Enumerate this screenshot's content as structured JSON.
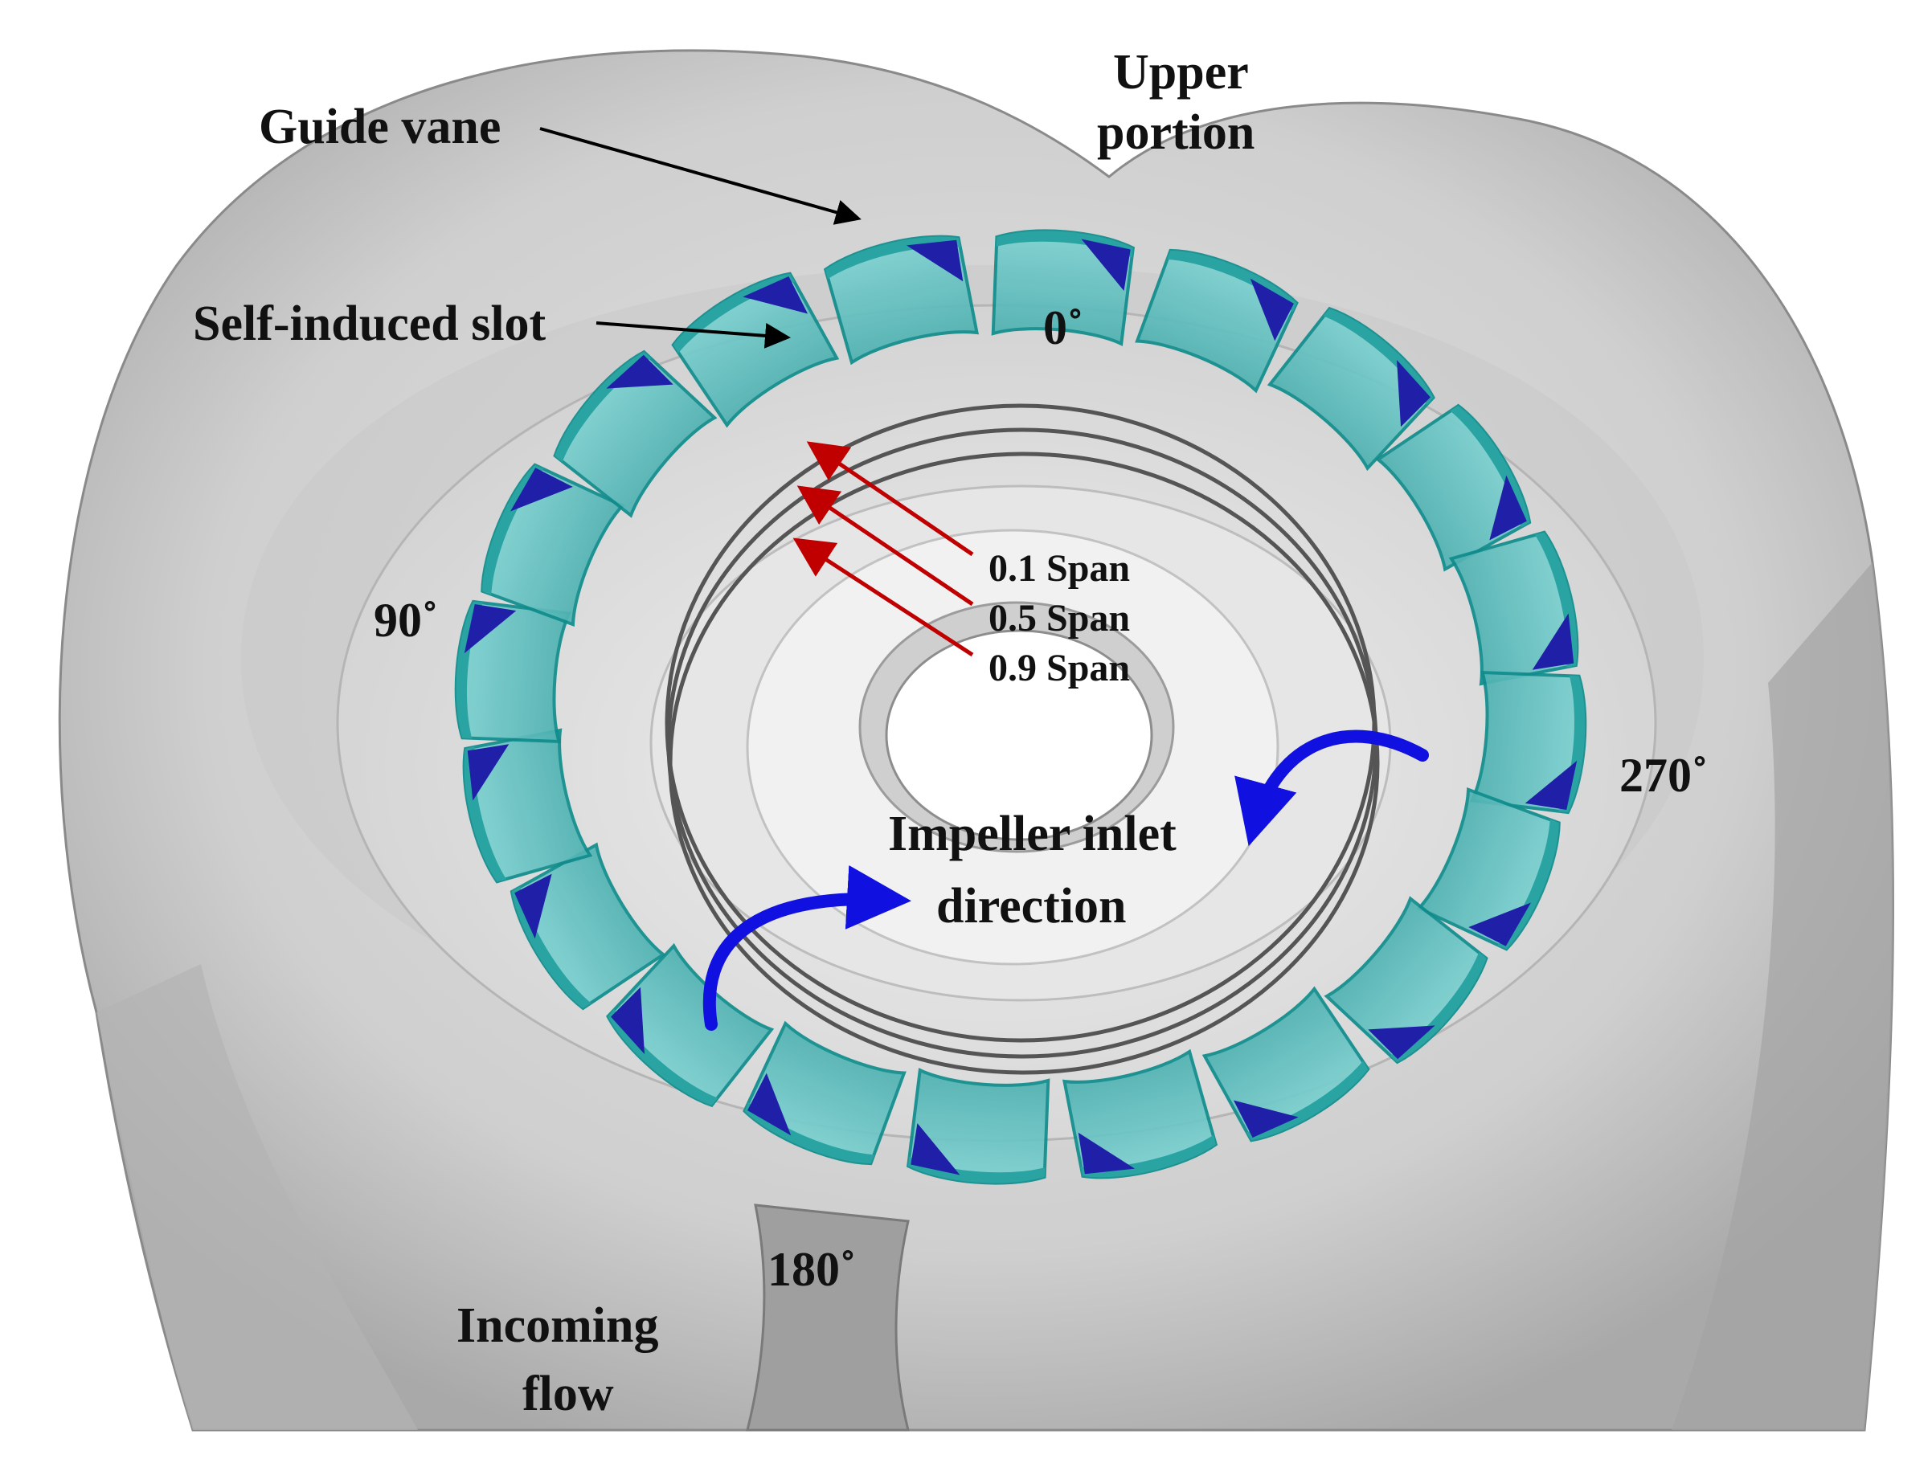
{
  "labels": {
    "guide_vane": "Guide vane",
    "self_induced_slot": "Self-induced slot",
    "upper_portion_line1": "Upper",
    "upper_portion_line2": "portion",
    "span_01": "0.1 Span",
    "span_05": "0.5 Span",
    "span_09": "0.9 Span",
    "impeller_inlet_line1": "Impeller inlet",
    "impeller_inlet_line2": "direction",
    "incoming_flow_line1": "Incoming",
    "incoming_flow_line2": "flow"
  },
  "angles": {
    "a0": "0˚",
    "a90": "90˚",
    "a180": "180˚",
    "a270": "270˚"
  },
  "guide_vane_count": 20,
  "colors": {
    "casing_light": "#d9d9d9",
    "casing_mid": "#c4c4c4",
    "casing_dark": "#9a9a9a",
    "vane_fill": "#5ebdbd",
    "vane_edge": "#0f8c8c",
    "slot_fill": "#1f1fa8",
    "span_arrow": "#c00000",
    "rotation_arrow": "#1010e0",
    "ring": "#555555"
  }
}
